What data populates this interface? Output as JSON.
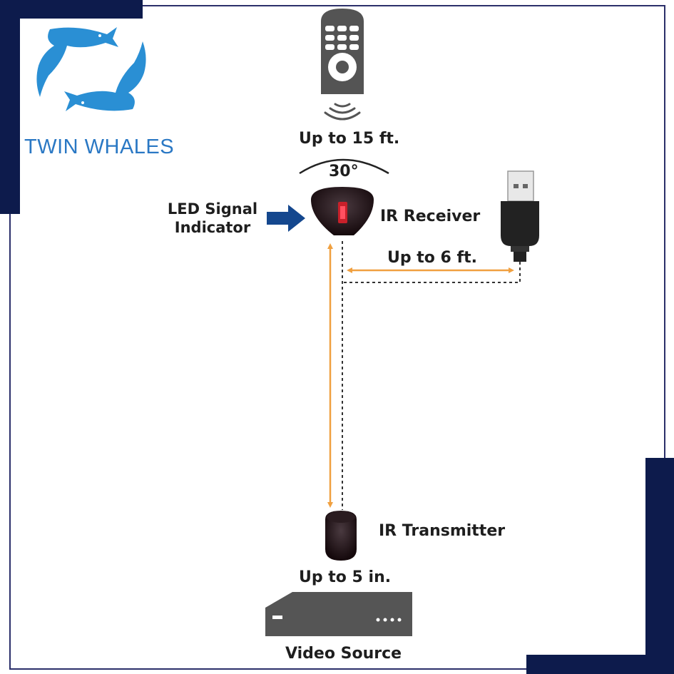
{
  "brand": {
    "name": "TWIN WHALES",
    "color": "#2a78c4",
    "frame_color": "#0d1b4c"
  },
  "diagram": {
    "remote_range": "Up to 15 ft.",
    "angle": "30°",
    "led_label_line1": "LED Signal",
    "led_label_line2": "Indicator",
    "receiver_label": "IR Receiver",
    "usb_range": "Up to 6 ft.",
    "transmitter_label": "IR Transmitter",
    "transmitter_range": "Up to 5 in.",
    "source_label": "Video Source",
    "accent_color": "#f0a040",
    "arrow_color": "#14478e"
  }
}
